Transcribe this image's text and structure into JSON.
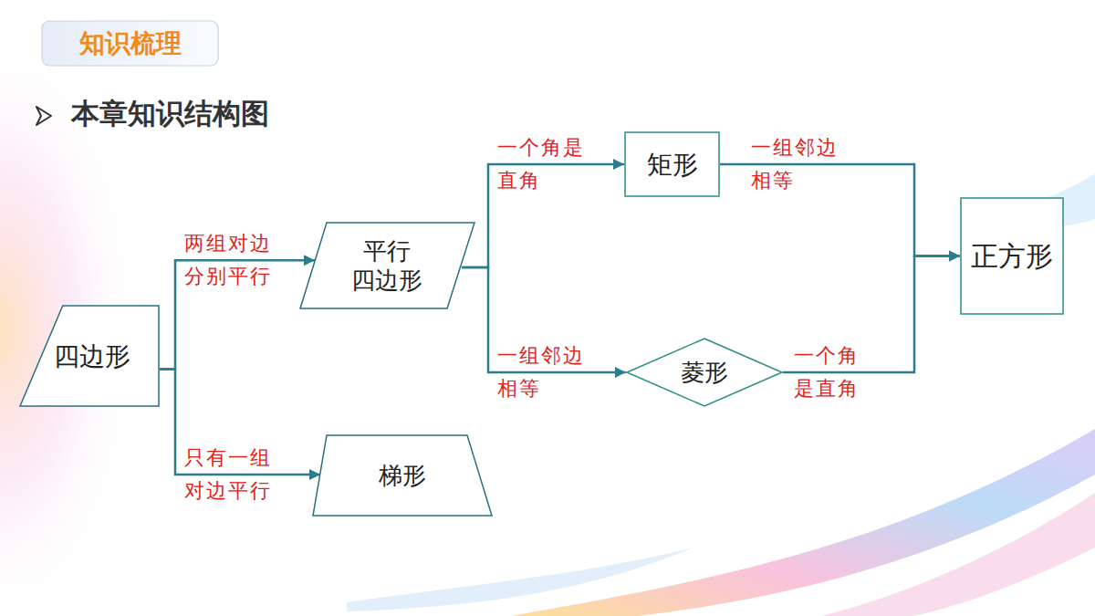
{
  "diagram": {
    "title": "本章知识结构图",
    "nodes": [
      {
        "text": [
          "知识梳理"
        ]
      },
      {
        "text": [
          "四边形"
        ]
      },
      {
        "text": [
          "平行 四边形"
        ]
      },
      {
        "text": [
          "矩形"
        ]
      },
      {
        "text": [
          "菱形"
        ]
      },
      {
        "text": [
          "梯形"
        ]
      },
      {
        "text": [
          "正方形"
        ]
      }
    ],
    "edges": [
      {
        "from": 1,
        "to": 2,
        "label": "两组对边 分别平行",
        "arrow": "to"
      },
      {
        "from": 1,
        "to": 5,
        "label": "只有一组 对边平行",
        "arrow": "to"
      },
      {
        "from": 2,
        "to": 3,
        "label": "一个角是 直角",
        "arrow": "to"
      },
      {
        "from": 2,
        "to": 4,
        "label": "一组邻边 相等",
        "arrow": "to"
      },
      {
        "from": 3,
        "to": 6,
        "label": "一组邻边 相等",
        "arrow": "to"
      },
      {
        "from": 4,
        "to": 6,
        "label": "一个角 是直角",
        "arrow": "to"
      }
    ]
  }
}
